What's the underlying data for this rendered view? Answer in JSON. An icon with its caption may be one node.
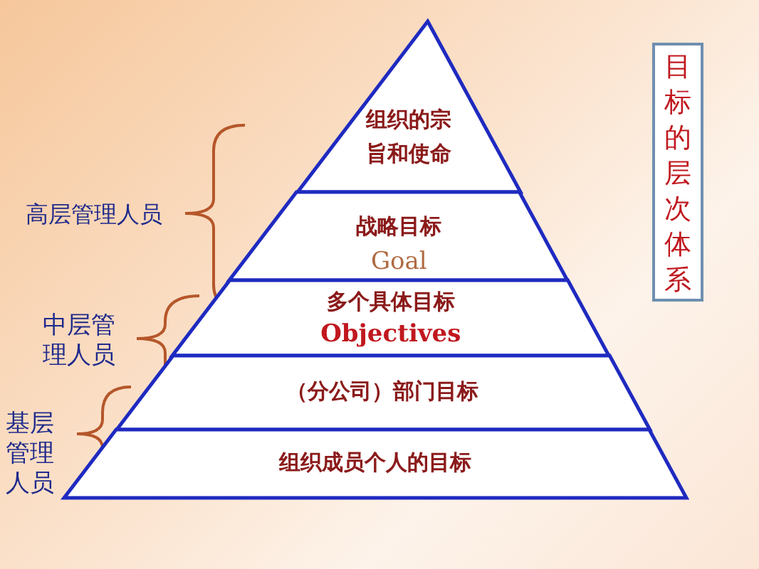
{
  "diagram": {
    "nodes": [
      {
        "text": [
          "组织的宗旨和使命"
        ]
      },
      {
        "text": [
          "战略目标",
          "Goal"
        ]
      },
      {
        "text": [
          "多个具体目标",
          "Objectives"
        ]
      },
      {
        "text": [
          "（分公司）部门目标"
        ]
      },
      {
        "text": [
          "组织成员个人的目标"
        ]
      },
      {
        "text": [
          "目标的层次体系"
        ]
      }
    ],
    "edges": [],
    "labels": [
      "高层管理人员",
      "中层管理人员",
      "基层管理人员"
    ]
  }
}
